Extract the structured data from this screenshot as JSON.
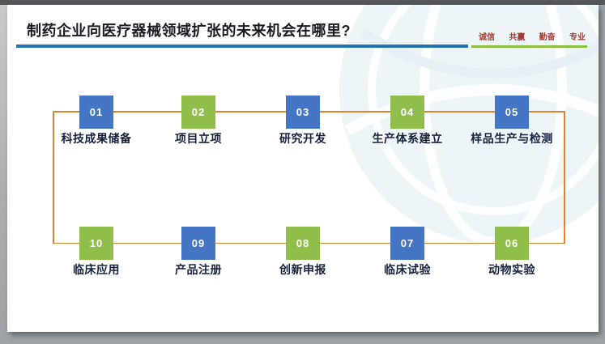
{
  "colors": {
    "bg": "#9EA3A8",
    "topbar": "#56575B",
    "slide": "#FFFFFF",
    "title-text": "#1B1B23",
    "title-rule-blue": "#2573B7",
    "motto-red": "#A23B34",
    "motto-rule-green": "#8EBE3D",
    "box-blue": "#4576C5",
    "box-green": "#90BE4A",
    "label-navy": "#16213E",
    "connector-orange": "#E08231",
    "watermark-blue": "#EDF4F8"
  },
  "header": {
    "title": "制药企业向医疗器械领域扩张的未来机会在哪里?",
    "motto": [
      "诚信",
      "共赢",
      "勤奋",
      "专业"
    ]
  },
  "flow": {
    "steps": [
      {
        "num": "01",
        "label": "科技成果储备",
        "color": "blue"
      },
      {
        "num": "02",
        "label": "项目立项",
        "color": "green"
      },
      {
        "num": "03",
        "label": "研究开发",
        "color": "blue"
      },
      {
        "num": "04",
        "label": "生产体系建立",
        "color": "green"
      },
      {
        "num": "05",
        "label": "样品生产与检测",
        "color": "blue"
      },
      {
        "num": "06",
        "label": "动物实验",
        "color": "green"
      },
      {
        "num": "07",
        "label": "临床试验",
        "color": "blue"
      },
      {
        "num": "08",
        "label": "创新申报",
        "color": "green"
      },
      {
        "num": "09",
        "label": "产品注册",
        "color": "blue"
      },
      {
        "num": "10",
        "label": "临床应用",
        "color": "green"
      }
    ]
  }
}
